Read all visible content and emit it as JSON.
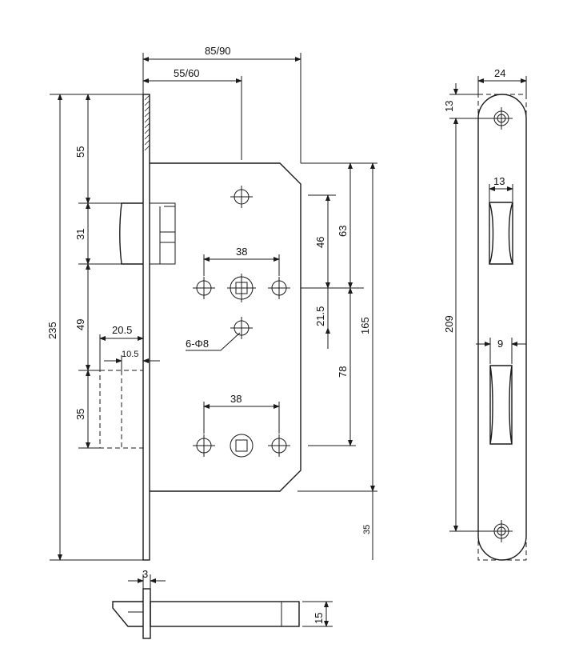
{
  "dimensions": {
    "backset_total": "85/90",
    "backset": "55/60",
    "top_to_latch": "55",
    "latch_height": "31",
    "latch_to_bolt": "49",
    "total_height": "235",
    "bolt_height": "35",
    "bolt_throw": "20.5",
    "latch_throw": "10.5",
    "hole_spacing_top": "38",
    "hole_spacing_bottom": "38",
    "handle_to_key": "46",
    "center_to_top": "63",
    "case_height": "165",
    "gap_21": "21.5",
    "key_to_spindle": "78",
    "bottom_offset": "35",
    "holes_spec": "6-Φ8",
    "faceplate_thickness": "3",
    "bolt_width": "15",
    "strike_width": "24",
    "strike_top": "13",
    "strike_latch_width": "13",
    "strike_height": "209",
    "strike_bolt_width": "9"
  }
}
